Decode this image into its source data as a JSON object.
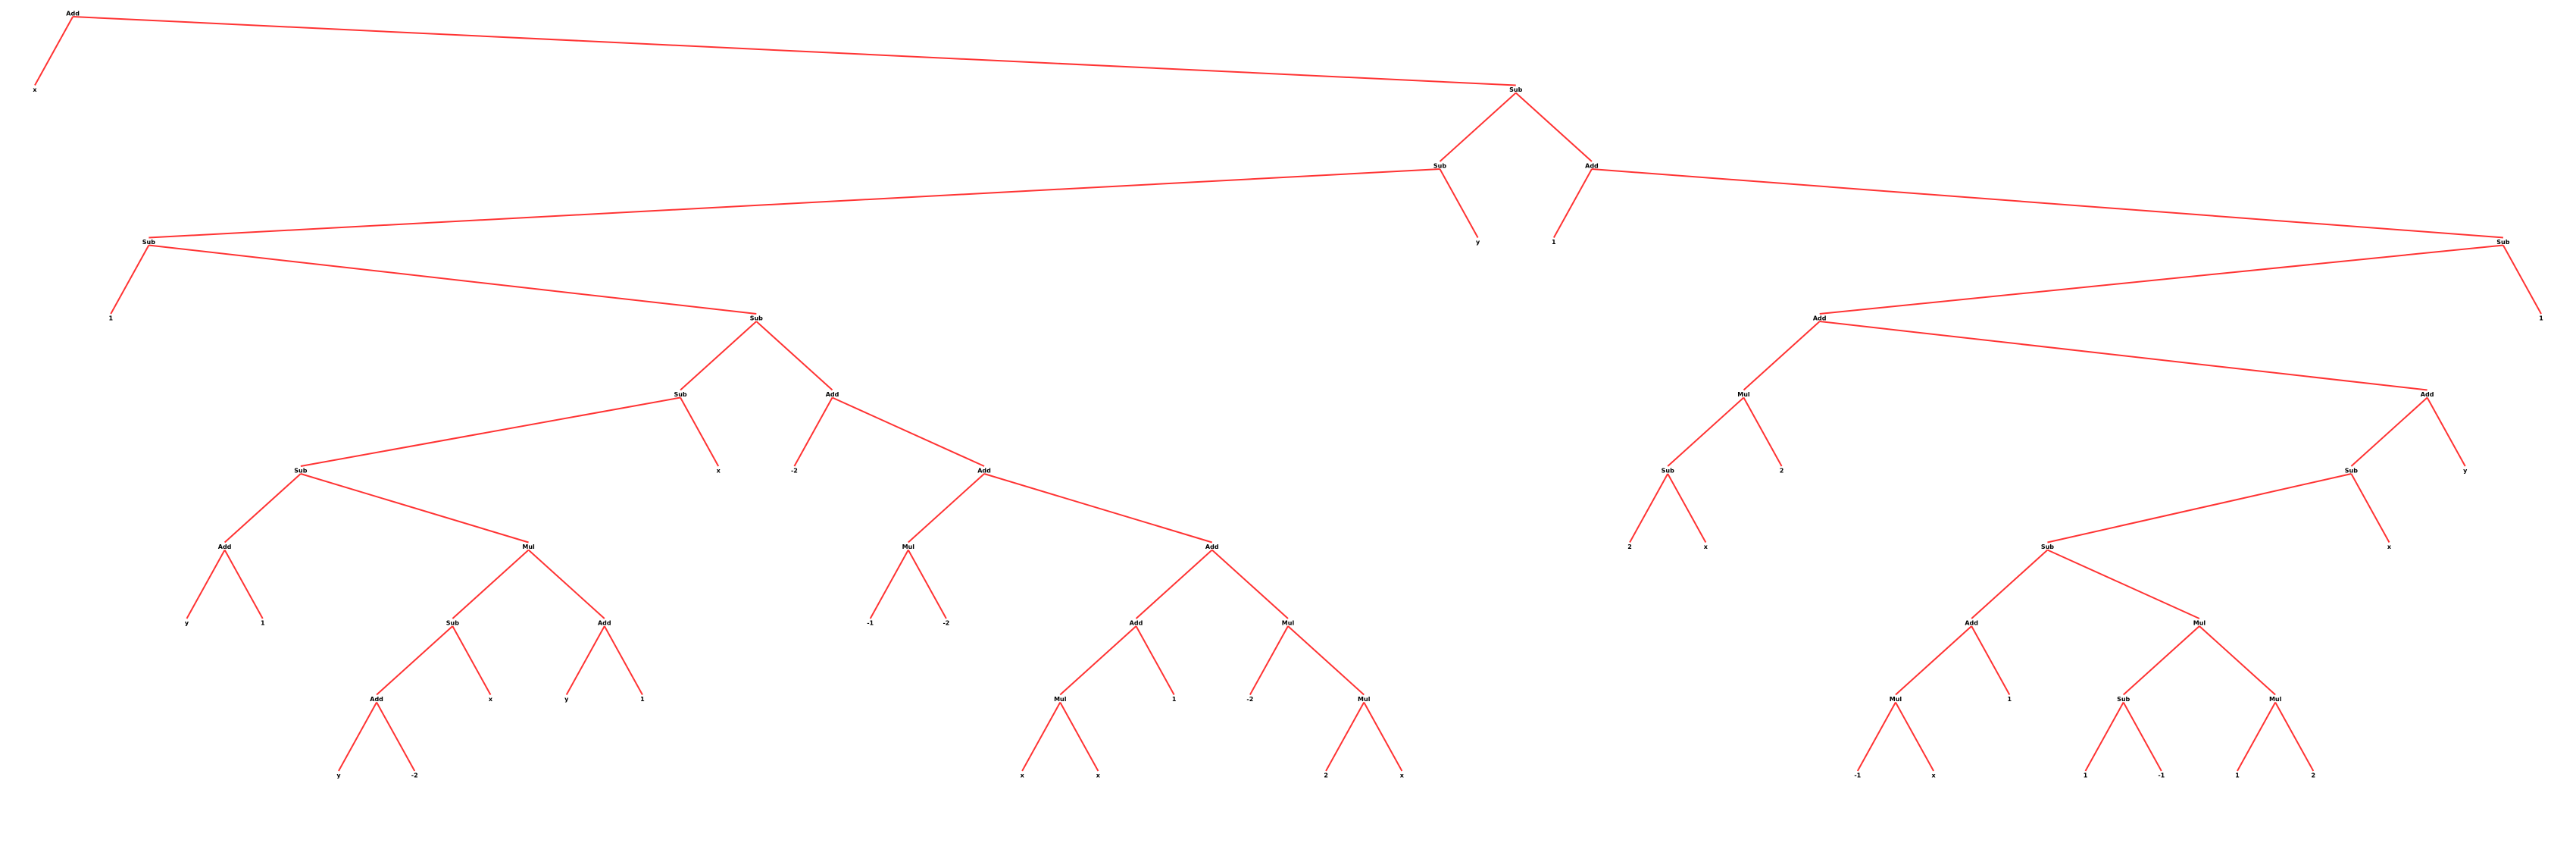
{
  "colors": {
    "edge": "#ff3333",
    "label": "#000000",
    "background": "#ffffff"
  },
  "tree": {
    "label": "Add",
    "children": [
      {
        "label": "x"
      },
      {
        "label": "Sub",
        "children": [
          {
            "label": "Sub",
            "children": [
              {
                "label": "Sub",
                "children": [
                  {
                    "label": "1"
                  },
                  {
                    "label": "Sub",
                    "children": [
                      {
                        "label": "Sub",
                        "children": [
                          {
                            "label": "Sub",
                            "children": [
                              {
                                "label": "Add",
                                "children": [
                                  {
                                    "label": "y"
                                  },
                                  {
                                    "label": "1"
                                  }
                                ]
                              },
                              {
                                "label": "Mul",
                                "children": [
                                  {
                                    "label": "Sub",
                                    "children": [
                                      {
                                        "label": "Add",
                                        "children": [
                                          {
                                            "label": "y"
                                          },
                                          {
                                            "label": "-2"
                                          }
                                        ]
                                      },
                                      {
                                        "label": "x"
                                      }
                                    ]
                                  },
                                  {
                                    "label": "Add",
                                    "children": [
                                      {
                                        "label": "y"
                                      },
                                      {
                                        "label": "1"
                                      }
                                    ]
                                  }
                                ]
                              }
                            ]
                          },
                          {
                            "label": "x"
                          }
                        ]
                      },
                      {
                        "label": "Add",
                        "children": [
                          {
                            "label": "-2"
                          },
                          {
                            "label": "Add",
                            "children": [
                              {
                                "label": "Mul",
                                "children": [
                                  {
                                    "label": "-1"
                                  },
                                  {
                                    "label": "-2"
                                  }
                                ]
                              },
                              {
                                "label": "Add",
                                "children": [
                                  {
                                    "label": "Add",
                                    "children": [
                                      {
                                        "label": "Mul",
                                        "children": [
                                          {
                                            "label": "x"
                                          },
                                          {
                                            "label": "x"
                                          }
                                        ]
                                      },
                                      {
                                        "label": "1"
                                      }
                                    ]
                                  },
                                  {
                                    "label": "Mul",
                                    "children": [
                                      {
                                        "label": "-2"
                                      },
                                      {
                                        "label": "Mul",
                                        "children": [
                                          {
                                            "label": "2"
                                          },
                                          {
                                            "label": "x"
                                          }
                                        ]
                                      }
                                    ]
                                  }
                                ]
                              }
                            ]
                          }
                        ]
                      }
                    ]
                  }
                ]
              },
              {
                "label": "y"
              }
            ]
          },
          {
            "label": "Add",
            "children": [
              {
                "label": "1"
              },
              {
                "label": "Sub",
                "children": [
                  {
                    "label": "Add",
                    "children": [
                      {
                        "label": "Mul",
                        "children": [
                          {
                            "label": "Sub",
                            "children": [
                              {
                                "label": "2"
                              },
                              {
                                "label": "x"
                              }
                            ]
                          },
                          {
                            "label": "2"
                          }
                        ]
                      },
                      {
                        "label": "Add",
                        "children": [
                          {
                            "label": "Sub",
                            "children": [
                              {
                                "label": "Sub",
                                "children": [
                                  {
                                    "label": "Add",
                                    "children": [
                                      {
                                        "label": "Mul",
                                        "children": [
                                          {
                                            "label": "-1"
                                          },
                                          {
                                            "label": "x"
                                          }
                                        ]
                                      },
                                      {
                                        "label": "1"
                                      }
                                    ]
                                  },
                                  {
                                    "label": "Mul",
                                    "children": [
                                      {
                                        "label": "Sub",
                                        "children": [
                                          {
                                            "label": "1"
                                          },
                                          {
                                            "label": "-1"
                                          }
                                        ]
                                      },
                                      {
                                        "label": "Mul",
                                        "children": [
                                          {
                                            "label": "1"
                                          },
                                          {
                                            "label": "2"
                                          }
                                        ]
                                      }
                                    ]
                                  }
                                ]
                              },
                              {
                                "label": "x"
                              }
                            ]
                          },
                          {
                            "label": "y"
                          }
                        ]
                      }
                    ]
                  },
                  {
                    "label": "1"
                  }
                ]
              }
            ]
          }
        ]
      }
    ]
  }
}
